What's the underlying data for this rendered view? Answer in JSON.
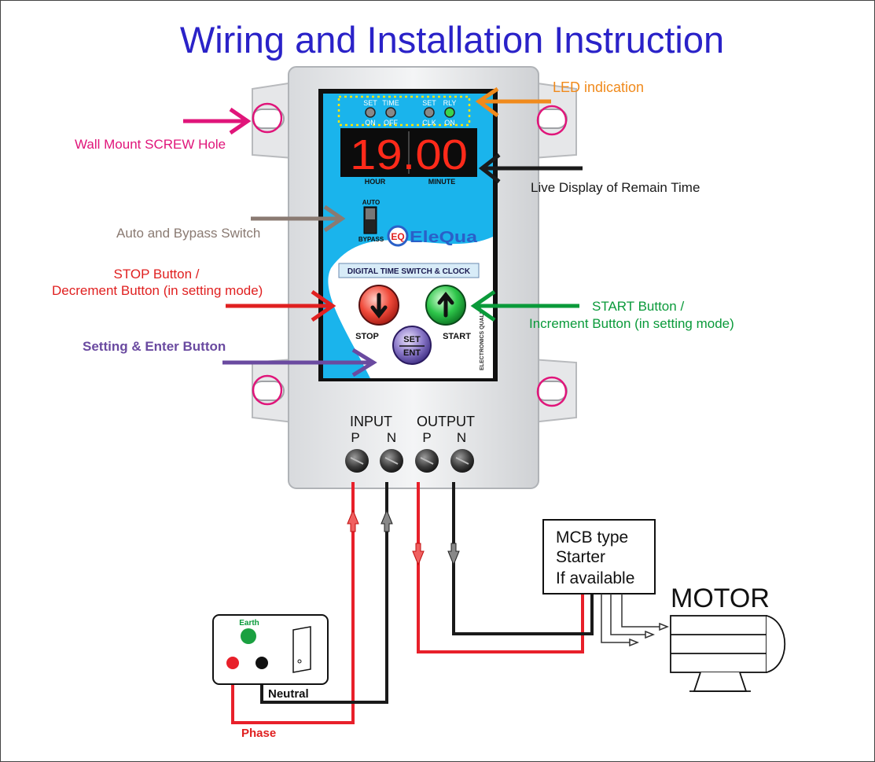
{
  "title": "Wiring and Installation Instruction",
  "colors": {
    "title": "#2a22c8",
    "led": "#f08a1c",
    "mount": "#e0157a",
    "display": "#1a1a1a",
    "switch": "#8a7a72",
    "stop": "#e02020",
    "start": "#0a9a3a",
    "setting": "#6a4aa0",
    "wire_phase": "#e8202a",
    "wire_neutral": "#1a1a1a",
    "panel_blue": "#1ab4ec",
    "seven_seg": "#ff2a1a"
  },
  "callouts": {
    "led": "LED indication",
    "mount": "Wall Mount SCREW Hole",
    "display": "Live Display of Remain Time",
    "switch": "Auto and Bypass Switch",
    "stop_line1": "STOP Button /",
    "stop_line2": "Decrement Button (in setting mode)",
    "start_line1": "START Button /",
    "start_line2": "Increment Button  (in setting mode)",
    "setting": "Setting & Enter Button"
  },
  "device": {
    "led_labels": [
      {
        "top": "SET",
        "bottom": "ON"
      },
      {
        "top": "TIME",
        "bottom": "OFF"
      },
      {
        "top": "SET",
        "bottom": "CLK"
      },
      {
        "top": "RLY",
        "bottom": "ON"
      }
    ],
    "display_value": "19.00",
    "hour_label": "HOUR",
    "minute_label": "MINUTE",
    "switch_top": "AUTO",
    "switch_bottom": "BYPASS",
    "brand": "EleQua",
    "brand_mark": "EQ",
    "model": "DIGITAL TIME SWITCH & CLOCK",
    "stop_label": "STOP",
    "start_label": "START",
    "set_top": "SET",
    "set_bottom": "ENT",
    "side_text": "ELECTRONICS QUALITY"
  },
  "terminals": {
    "input": "INPUT",
    "output": "OUTPUT",
    "p1": "P",
    "n1": "N",
    "p2": "P",
    "n2": "N"
  },
  "mcb": {
    "line1": "MCB type",
    "line2": "Starter",
    "line3": "If available"
  },
  "motor_label": "MOTOR",
  "socket": {
    "earth": "Earth",
    "neutral": "Neutral",
    "phase": "Phase"
  }
}
